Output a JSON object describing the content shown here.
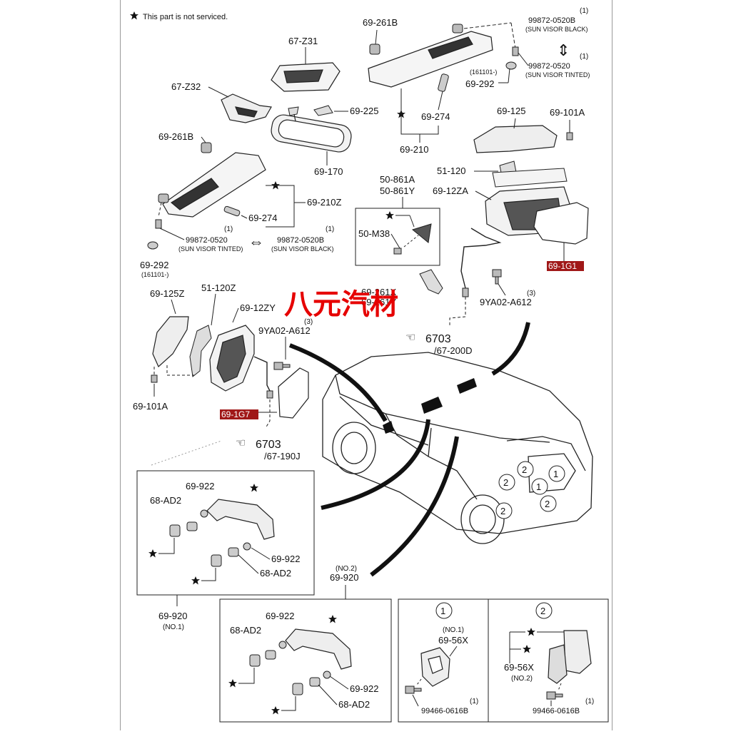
{
  "note": {
    "text": "This part is not serviced."
  },
  "watermark": {
    "text": "八元汽材"
  },
  "colors": {
    "watermark": "#e60000",
    "highlight_bg": "#a01818",
    "line": "#222222"
  },
  "labels": {
    "p67_z31": "67-Z31",
    "p67_z32": "67-Z32",
    "p69_225": "69-225",
    "p69_170": "69-170",
    "p69_261b_top": "69-261B",
    "p69_261b_left": "69-261B",
    "p99872_0520b_top": "99872-0520B",
    "sun_visor_black_top": "(SUN VISOR BLACK)",
    "qty1_a": "(1)",
    "p99872_0520_top": "99872-0520",
    "sun_visor_tinted_top": "(SUN VISOR TINTED)",
    "qty1_b": "(1)",
    "p161101_top": "(161101-)",
    "p69_292_top": "69-292",
    "p69_274_top": "69-274",
    "p69_210": "69-210",
    "p69_125": "69-125",
    "p69_101a_top": "69-101A",
    "p51_120": "51-120",
    "p69_12za": "69-12ZA",
    "p69_1g1": "69-1G1",
    "p9ya02_a612_right": "9YA02-A612",
    "qty3_right": "(3)",
    "p69_210z": "69-210Z",
    "p69_274_left": "69-274",
    "p99872_0520_left": "99872-0520",
    "sun_visor_tinted_left": "(SUN VISOR TINTED)",
    "qty1_c": "(1)",
    "p99872_0520b_left": "99872-0520B",
    "sun_visor_black_left": "(SUN VISOR BLACK)",
    "qty1_d": "(1)",
    "p69_292_left": "69-292",
    "p161101_left": "(161101-)",
    "p50_861a": "50-861A",
    "p50_861y": "50-861Y",
    "p50_m38": "50-M38",
    "p69_261x": "69-261X",
    "p69_261y": "69-261Y",
    "p6703_right": "6703",
    "p67_200d": "/67-200D",
    "p69_125z": "69-125Z",
    "p51_120z": "51-120Z",
    "p69_12zy": "69-12ZY",
    "p9ya02_a612_left": "9YA02-A612",
    "qty3_left": "(3)",
    "p69_101a_left": "69-101A",
    "p69_1g7": "69-1G7",
    "p6703_left": "6703",
    "p67_190j": "/67-190J",
    "p69_922_a": "69-922",
    "p68_ad2_a": "68-AD2",
    "p69_922_b": "69-922",
    "p68_ad2_b": "68-AD2",
    "p69_920_no1": "69-920",
    "no1_a": "(NO.1)",
    "no2_a": "(NO.2)",
    "p69_920_no2": "69-920",
    "p69_922_c": "69-922",
    "p68_ad2_c": "68-AD2",
    "p69_922_d": "69-922",
    "p68_ad2_d": "68-AD2",
    "circle1": "1",
    "circle2": "2",
    "no1_b": "(NO.1)",
    "p69_56x_a": "69-56X",
    "p69_56x_b": "69-56X",
    "no2_b": "(NO.2)",
    "qty1_e": "(1)",
    "p99466_a": "99466-0616B",
    "qty1_f": "(1)",
    "p99466_b": "99466-0616B",
    "car_c1": "1",
    "car_c2": "2"
  }
}
